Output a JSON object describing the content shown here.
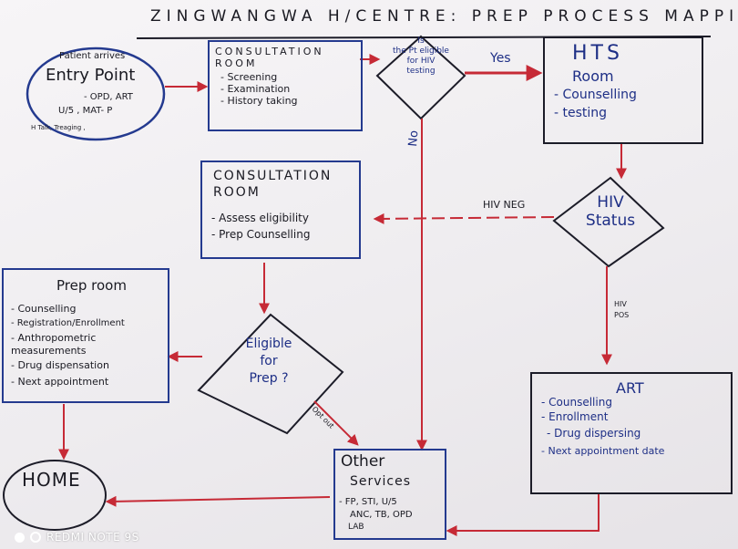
{
  "title": "ZINGWANGWA H/CENTRE: PREP PROCESS MAPPING",
  "entry_point": {
    "top": "Patient arrives",
    "title": "Entry Point",
    "lines": [
      "- OPD, ART",
      "U/5 , MAT- P",
      "H Talk, Treaging ,"
    ]
  },
  "consultation1": {
    "title": "CONSULTATION ROOM",
    "items": [
      "- Screening",
      "- Examination",
      "- History taking"
    ]
  },
  "eligible_hiv": {
    "lines": [
      "Is",
      "the Pt eligible",
      "for HIV",
      "testing"
    ]
  },
  "yes_label": "Yes",
  "no_label": "No",
  "hts": {
    "title": "HTS",
    "subtitle": "Room",
    "items": [
      "- Counselling",
      "- testing"
    ]
  },
  "hiv_status": {
    "lines": [
      "HIV",
      "Status"
    ]
  },
  "hiv_neg_label": "HIV NEG",
  "hiv_pos_label": "HIV POS",
  "consultation2": {
    "title": "CONSULTATION ROOM",
    "items": [
      "- Assess eligibility",
      "- Prep Counselling"
    ]
  },
  "prep_room": {
    "title": "Prep room",
    "items": [
      "- Counselling",
      "- Registration/Enrollment",
      "- Anthropometric",
      "  measurements",
      "- Drug dispensation",
      "- Next appointment"
    ]
  },
  "eligible_prep": {
    "lines": [
      "Eligible",
      "for",
      "Prep ?"
    ]
  },
  "opt_out_label": "Opt out",
  "art": {
    "title": "ART",
    "items": [
      "- Counselling",
      "- Enrollment",
      "- Drug dispersing",
      "- Next appointment date"
    ]
  },
  "other_services": {
    "title": "Other",
    "subtitle": "Services",
    "items": [
      "- FP, STI, U/5",
      "ANC, TB, OPD",
      "LAB"
    ]
  },
  "home": "HOME",
  "watermark": "REDMI NOTE 9S",
  "colors": {
    "ink": "#1e2f86",
    "arrow": "#c62a36",
    "paper": "#f3f1f4"
  }
}
